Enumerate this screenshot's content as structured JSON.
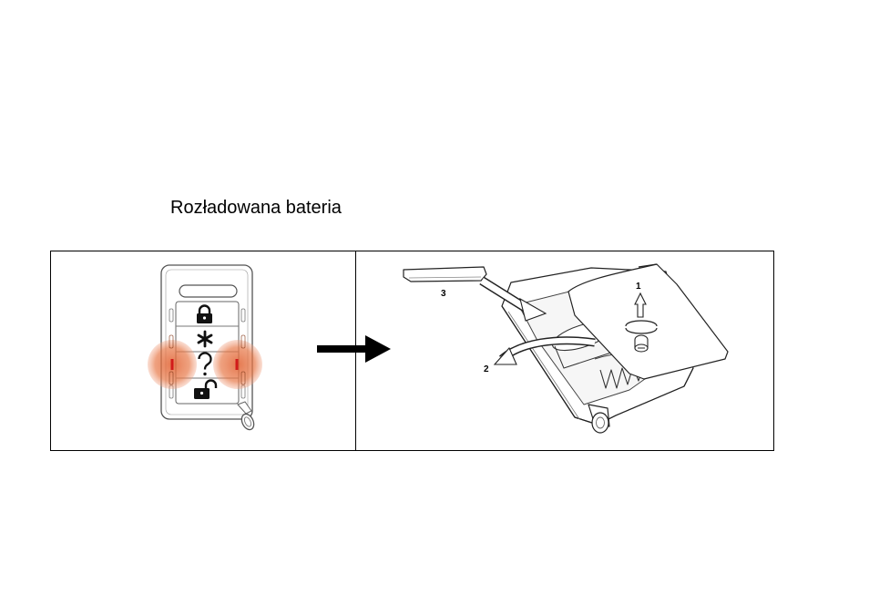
{
  "document": {
    "heading": "Rozładowana bateria"
  },
  "remote": {
    "buttons": [
      "lock-icon",
      "asterisk-icon",
      "question-icon",
      "unlock-icon"
    ],
    "indicator_color": "#e06030",
    "led_color": "#d11a1a"
  },
  "device": {
    "steps": [
      "1",
      "2",
      "3"
    ]
  }
}
